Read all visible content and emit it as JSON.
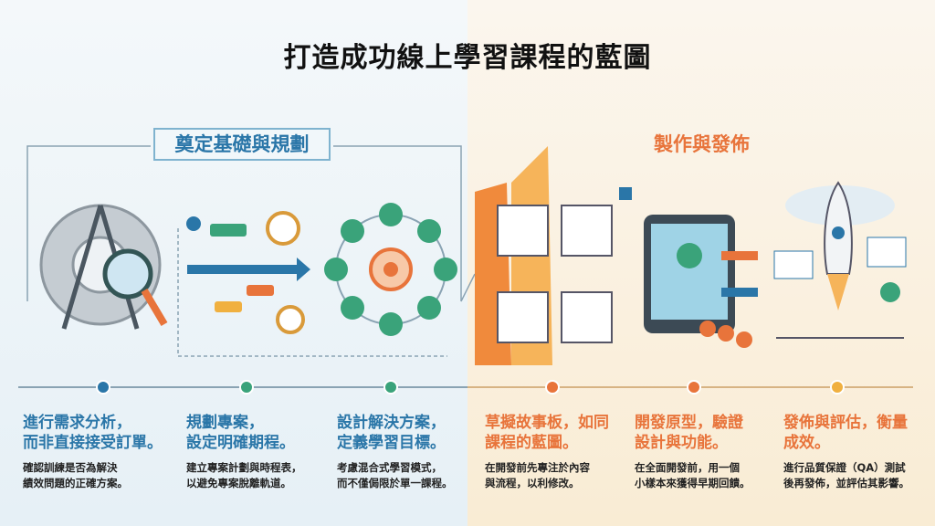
{
  "title": "打造成功線上學習課程的藍圖",
  "sections": {
    "left": "奠定基礎與規劃",
    "right": "製作與發佈"
  },
  "colors": {
    "blue": "#2a76a8",
    "orange": "#e8743b",
    "green": "#3aa37a"
  },
  "steps": [
    {
      "h1": "進行需求分析，",
      "h2": "而非直接接受訂單。",
      "b1": "確認訓練是否為解決",
      "b2": "績效問題的正確方案。"
    },
    {
      "h1": "規劃專案，",
      "h2": "設定明確期程。",
      "b1": "建立專案計劃與時程表，",
      "b2": "以避免專案脫離軌道。"
    },
    {
      "h1": "設計解決方案，",
      "h2": "定義學習目標。",
      "b1": "考慮混合式學習模式，",
      "b2": "而不僅侷限於單一課程。"
    },
    {
      "h1": "草擬故事板，如同",
      "h2": "課程的藍圖。",
      "b1": "在開發前先專注於內容",
      "b2": "與流程，以利修改。"
    },
    {
      "h1": "開發原型，驗證",
      "h2": "設計與功能。",
      "b1": "在全面開發前，用一個",
      "b2": "小樣本來獲得早期回饋。"
    },
    {
      "h1": "發佈與評估，衡量",
      "h2": "成效。",
      "b1": "進行品質保證（QA）測試",
      "b2": "後再發佈，並評估其影響。"
    }
  ]
}
